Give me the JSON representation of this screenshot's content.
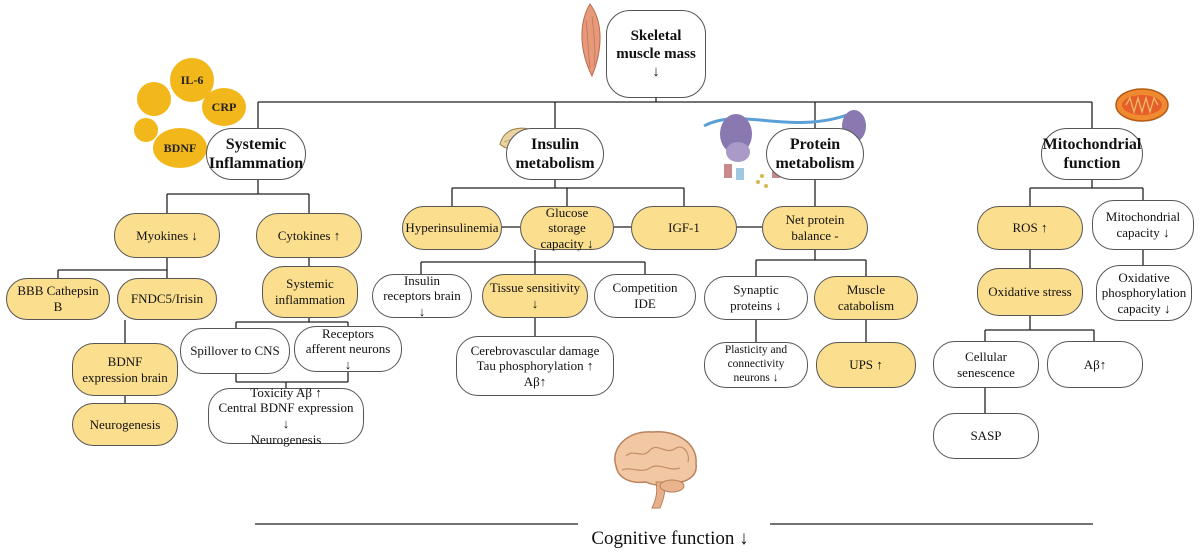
{
  "root": "Skeletal muscle mass ↓",
  "bottom": "Cognitive function ↓",
  "inflammation": {
    "header": "Systemic Inflammation",
    "bubbles": [
      "IL-6",
      "CRP",
      "BDNF"
    ],
    "myokines": "Myokines ↓",
    "cytokines": "Cytokines ↑",
    "bbb": "BBB Cathepsin B",
    "fndc5": "FNDC5/Irisin",
    "bdnf_expr": "BDNF expression brain",
    "neurogenesis": "Neurogenesis",
    "systemic": "Systemic inflammation",
    "spillover": "Spillover to CNS",
    "receptors": "Receptors afferent neurons ↓",
    "toxicity": "Toxicity Aβ ↑\nCentral BDNF expression ↓\nNeurogenesis"
  },
  "insulin": {
    "header": "Insulin metabolism",
    "hyper": "Hyperinsulinemia",
    "glucose": "Glucose storage capacity ↓",
    "igf": "IGF-1",
    "receptors": "Insulin receptors brain ↓",
    "tissue": "Tissue sensitivity ↓",
    "competition": "Competition IDE",
    "cerebro": "Cerebrovascular damage\nTau phosphorylation ↑\nAβ↑"
  },
  "protein": {
    "header": "Protein metabolism",
    "net": "Net protein balance -",
    "synaptic": "Synaptic proteins ↓",
    "catabolism": "Muscle catabolism",
    "plasticity": "Plasticity and connectivity neurons ↓",
    "ups": "UPS ↑"
  },
  "mito": {
    "header": "Mitochondrial function",
    "ros": "ROS ↑",
    "capacity": "Mitochondrial capacity ↓",
    "oxstress": "Oxidative stress",
    "oxphos": "Oxidative phosphorylation capacity ↓",
    "senescence": "Cellular senescence",
    "abeta": "Aβ↑",
    "sasp": "SASP"
  },
  "colors": {
    "fill": "#fbde8e",
    "bubble": "#f2b71b",
    "line": "#222222"
  }
}
